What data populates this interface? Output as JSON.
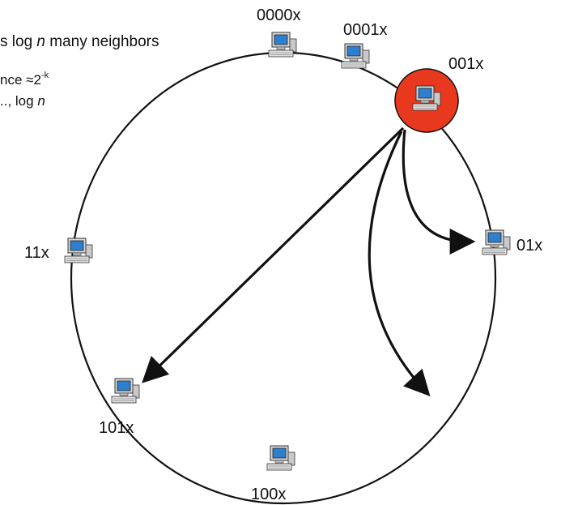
{
  "text_lines": {
    "line1": {
      "before": "s log ",
      "italic": "n",
      "after": " many neighbors"
    },
    "line2": {
      "before": "nce ≈2",
      "sup": "-k"
    },
    "line3": {
      "before": ".., log ",
      "italic": "n"
    }
  },
  "nodes": [
    {
      "id": "0000x",
      "label": "0000x",
      "highlight": false
    },
    {
      "id": "0001x",
      "label": "0001x",
      "highlight": false
    },
    {
      "id": "001x",
      "label": "001x",
      "highlight": true
    },
    {
      "id": "01x",
      "label": "01x",
      "highlight": false
    },
    {
      "id": "100x",
      "label": "100x",
      "highlight": false
    },
    {
      "id": "101x",
      "label": "101x",
      "highlight": false
    },
    {
      "id": "11x",
      "label": "11x",
      "highlight": false
    }
  ],
  "edges": [
    {
      "from": "001x",
      "to": "01x"
    },
    {
      "from": "001x",
      "to": "101x"
    },
    {
      "from": "001x",
      "to": "between 01x and 100x"
    }
  ],
  "colors": {
    "highlight": "#e8391f",
    "ring": "#111111",
    "arrow": "#111111"
  }
}
